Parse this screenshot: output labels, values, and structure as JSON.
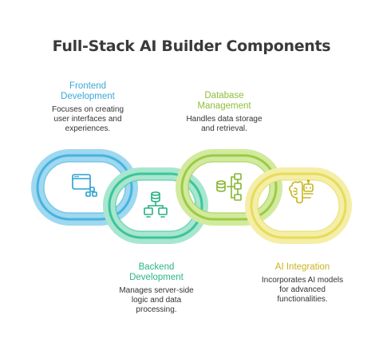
{
  "title": "Full-Stack AI Builder Components",
  "components": [
    {
      "id": "frontend",
      "heading": "Frontend\nDevelopment",
      "description": "Focuses on creating\nuser interfaces and\nexperiences.",
      "color": "#46b3e0",
      "icon": "browser-window-icon"
    },
    {
      "id": "backend",
      "heading": "Backend\nDevelopment",
      "description": "Manages server-side\nlogic and data\nprocessing.",
      "color": "#3cc59a",
      "icon": "server-network-icon"
    },
    {
      "id": "database",
      "heading": "Database\nManagement",
      "description": "Handles data storage\nand retrieval.",
      "color": "#9ccb45",
      "icon": "database-nodes-icon"
    },
    {
      "id": "ai",
      "heading": "AI Integration",
      "description": "Incorporates AI models\nfor advanced\nfunctionalities.",
      "color": "#e6dc5a",
      "icon": "brain-robot-icon"
    }
  ]
}
